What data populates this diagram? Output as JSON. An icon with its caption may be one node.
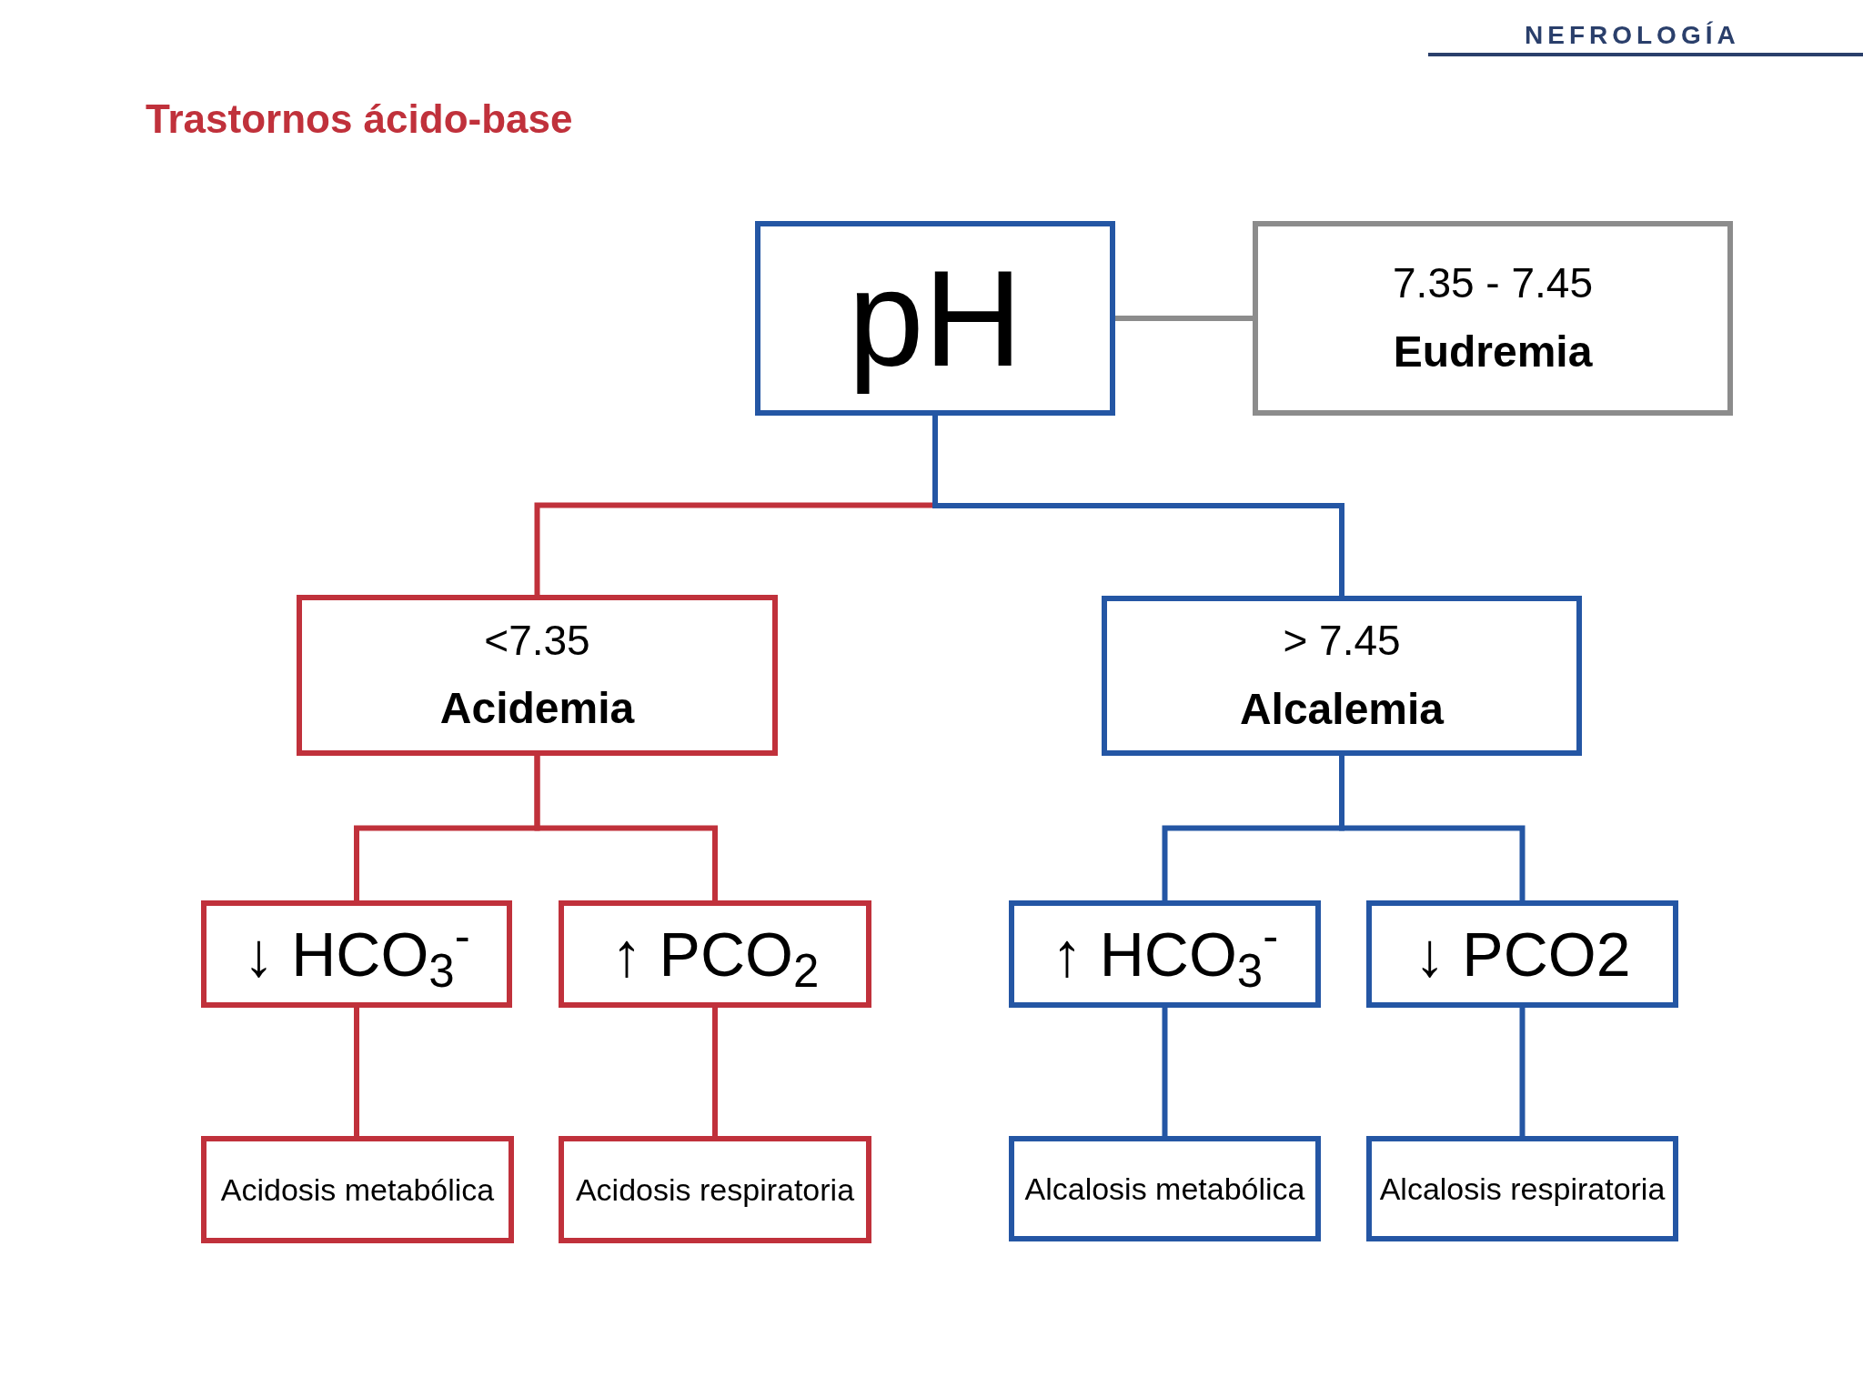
{
  "diagram": {
    "title": "Trastornos ácido-base",
    "nodes": [
      {
        "text": [
          "pH"
        ]
      },
      {
        "text": [
          "7.35 - 7.45",
          "Eudremia"
        ]
      },
      {
        "text": [
          "<7.35",
          "Acidemia"
        ]
      },
      {
        "text": [
          "> 7.45",
          "Alcalemia"
        ]
      },
      {
        "text": [
          "↓ HCO$_{3}$$^{-}$"
        ]
      },
      {
        "text": [
          "↑ PCO$_{2}$"
        ]
      },
      {
        "text": [
          "↑ HCO$_{3}$$^{-}$"
        ]
      },
      {
        "text": [
          "↓ PCO2"
        ]
      },
      {
        "text": [
          "Acidosis metabólica"
        ]
      },
      {
        "text": [
          "Acidosis respiratoria"
        ]
      },
      {
        "text": [
          "Alcalosis metabólica"
        ]
      },
      {
        "text": [
          "Alcalosis respiratoria"
        ]
      }
    ],
    "edges": [
      {
        "from": 0,
        "to": 1,
        "arrow": "none",
        "color": "#8c8c8c"
      },
      {
        "from": 0,
        "to": 2,
        "arrow": "none",
        "color": "#c0313b"
      },
      {
        "from": 0,
        "to": 3,
        "arrow": "none",
        "color": "#2456a4"
      },
      {
        "from": 2,
        "to": 4,
        "arrow": "none",
        "color": "#c0313b"
      },
      {
        "from": 2,
        "to": 5,
        "arrow": "none",
        "color": "#c0313b"
      },
      {
        "from": 3,
        "to": 6,
        "arrow": "none",
        "color": "#2456a4"
      },
      {
        "from": 3,
        "to": 7,
        "arrow": "none",
        "color": "#2456a4"
      },
      {
        "from": 4,
        "to": 8,
        "arrow": "none",
        "color": "#c0313b"
      },
      {
        "from": 5,
        "to": 9,
        "arrow": "none",
        "color": "#c0313b"
      },
      {
        "from": 6,
        "to": 10,
        "arrow": "none",
        "color": "#2456a4"
      },
      {
        "from": 7,
        "to": 11,
        "arrow": "none",
        "color": "#2456a4"
      }
    ],
    "labels": [
      "NEFROLOGÍA"
    ]
  }
}
